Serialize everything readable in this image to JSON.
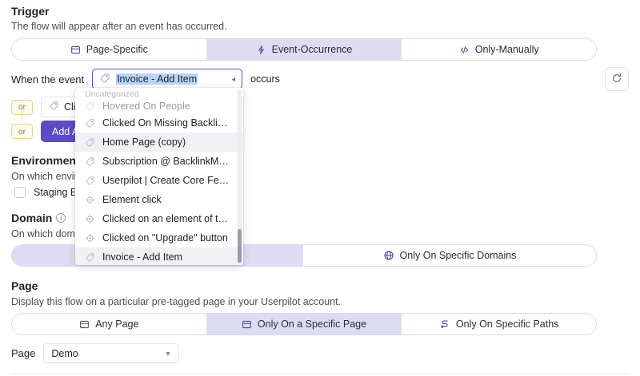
{
  "trigger": {
    "title": "Trigger",
    "subtitle": "The flow will appear after an event has occurred.",
    "tabs": [
      {
        "label": "Page-Specific",
        "icon": "page-icon",
        "selected": false
      },
      {
        "label": "Event-Occurrence",
        "icon": "bolt-icon",
        "selected": true
      },
      {
        "label": "Only-Manually",
        "icon": "code-icon",
        "selected": false
      }
    ],
    "when_label": "When the event",
    "event_value": "Invoice - Add Item",
    "occurs_label": "occurs",
    "refresh_icon": "refresh-icon"
  },
  "conditions": {
    "or_label": "or",
    "chip_label": "Click",
    "add_another_label": "Add Ano"
  },
  "environment": {
    "title": "Environment",
    "subtitle": "On which environm",
    "checkbox_label": "Staging Env"
  },
  "domain": {
    "title": "Domain",
    "subtitle": "On which domain(s",
    "tabs": [
      {
        "label": "",
        "icon": "",
        "selected": true
      },
      {
        "label": "Only On Specific Domains",
        "icon": "globe-icon",
        "selected": false
      }
    ]
  },
  "page": {
    "title": "Page",
    "subtitle": "Display this flow on a particular pre-tagged page in your Userpilot account.",
    "tabs": [
      {
        "label": "Any Page",
        "icon": "page-icon",
        "selected": false
      },
      {
        "label": "Only On a Specific Page",
        "icon": "page-icon",
        "selected": true
      },
      {
        "label": "Only On Specific Paths",
        "icon": "path-icon",
        "selected": false
      }
    ],
    "select_label": "Page",
    "select_value": "Demo"
  },
  "event_dropdown": {
    "group_header": "Uncategorized",
    "items": [
      {
        "label": "Hovered On People",
        "icon": "tag-icon",
        "hover": false,
        "partial": true
      },
      {
        "label": "Clicked On Missing Backlinks",
        "icon": "tag-icon",
        "hover": false
      },
      {
        "label": "Home Page (copy)",
        "icon": "tag-icon",
        "hover": true
      },
      {
        "label": "Subscription @ BacklinkManager...",
        "icon": "tag-icon",
        "hover": false
      },
      {
        "label": "Userpilot | Create Core Feature ...",
        "icon": "tag-icon",
        "hover": false
      },
      {
        "label": "Element click",
        "icon": "target-icon",
        "hover": false
      },
      {
        "label": "Clicked on an element of type <d...",
        "icon": "target-icon",
        "hover": false
      },
      {
        "label": "Clicked on \"Upgrade\" button",
        "icon": "target-icon",
        "hover": false
      },
      {
        "label": "Invoice - Add Item",
        "icon": "tag-icon",
        "hover": true
      }
    ]
  },
  "colors": {
    "accent_purple": "#5b4cc4",
    "tab_selected_bg": "#dedcf3",
    "selection_blue": "#b8d6fb",
    "or_badge_border": "#e8d48a"
  }
}
